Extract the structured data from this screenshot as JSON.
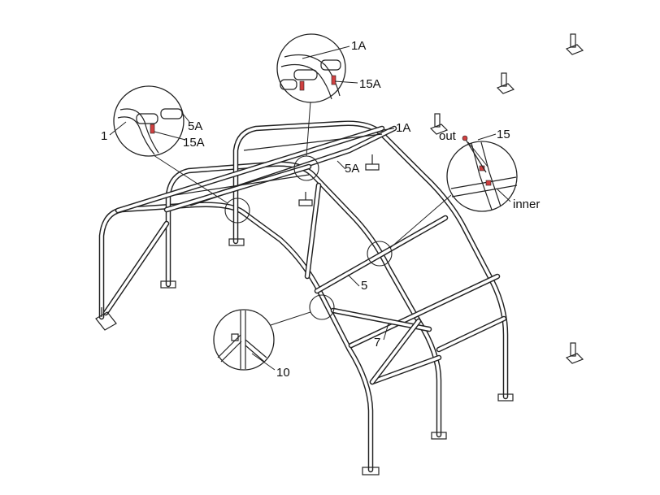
{
  "labels": {
    "part_1": "1",
    "part_1A_top": "1A",
    "part_1A_right": "1A",
    "part_5A_left": "5A",
    "part_5A_mid": "5A",
    "part_15A_left": "15A",
    "part_15A_top": "15A",
    "part_15": "15",
    "part_5": "5",
    "part_7": "7",
    "part_10": "10",
    "out": "out",
    "inner": "inner"
  },
  "colors": {
    "line": "#222222",
    "bolt": "#d04040",
    "background": "#ffffff"
  }
}
